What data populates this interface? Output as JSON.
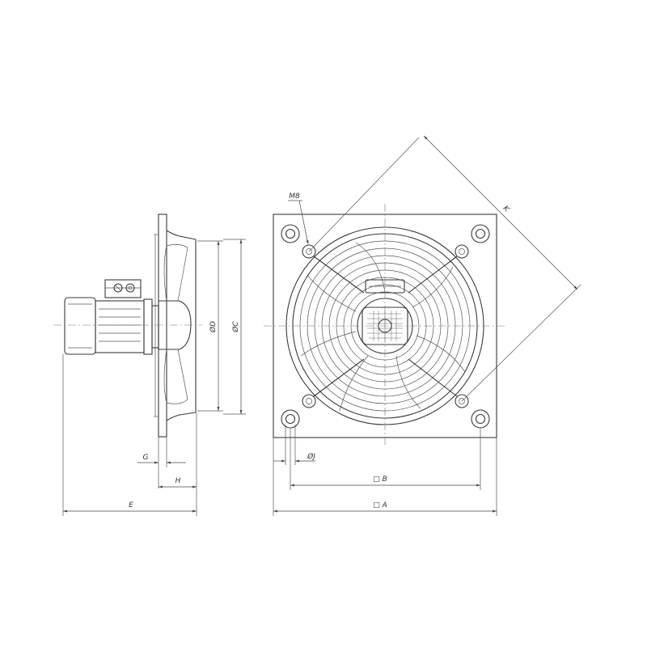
{
  "labels": {
    "d": "ØD",
    "c": "ØC",
    "g": "G",
    "h": "H",
    "e": "E",
    "m8": "M8",
    "j": "ØJ",
    "b": "□ B",
    "a": "□ A",
    "k": "K"
  }
}
